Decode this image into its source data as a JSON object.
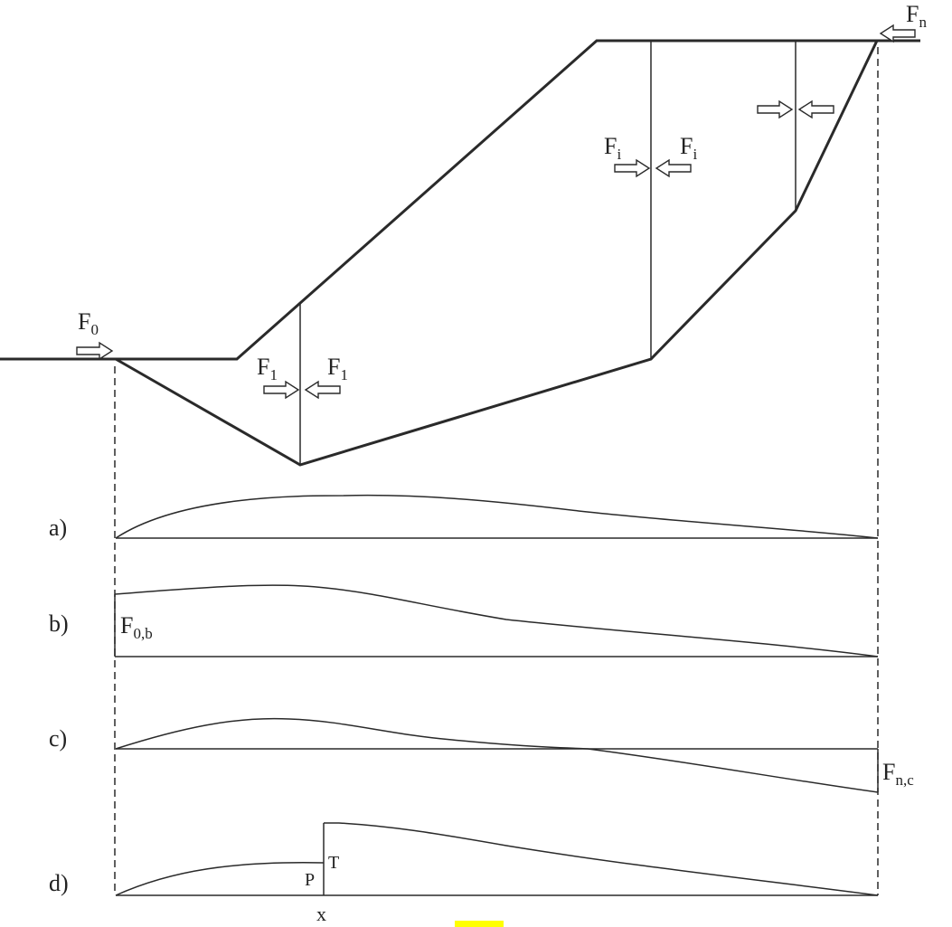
{
  "forces": {
    "f0": {
      "base": "F",
      "sub": "0"
    },
    "f1_left": {
      "base": "F",
      "sub": "1"
    },
    "f1_right": {
      "base": "F",
      "sub": "1"
    },
    "fi_left": {
      "base": "F",
      "sub": "i"
    },
    "fi_right": {
      "base": "F",
      "sub": "i"
    },
    "fn": {
      "base": "F",
      "sub": "n"
    }
  },
  "diagrams": {
    "a": {
      "label": "a)"
    },
    "b": {
      "label": "b)",
      "end_label": {
        "base": "F",
        "sub": "0,b"
      }
    },
    "c": {
      "label": "c)",
      "end_label": {
        "base": "F",
        "sub": "n,c"
      }
    },
    "d": {
      "label": "d)",
      "jump_low": "P",
      "jump_high": "T",
      "position": "x"
    }
  },
  "colors": {
    "line": "#2a2a2a",
    "highlight": "#ffff00"
  }
}
